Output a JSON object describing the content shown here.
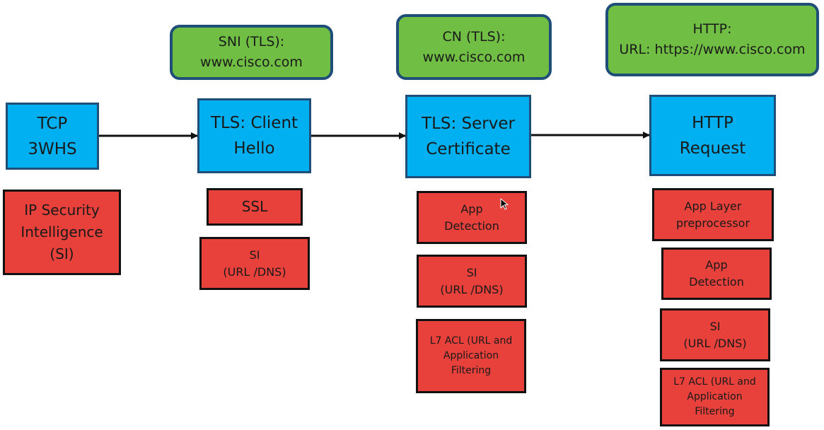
{
  "diagram": {
    "stages": [
      {
        "id": "tcp",
        "label": "TCP\n3WHS"
      },
      {
        "id": "client-hello",
        "label": "TLS: Client\nHello"
      },
      {
        "id": "server-cert",
        "label": "TLS: Server\nCertificate"
      },
      {
        "id": "http-request",
        "label": "HTTP\nRequest"
      }
    ],
    "fields": [
      {
        "stage": "client-hello",
        "label": "SNI (TLS):\nwww.cisco.com"
      },
      {
        "stage": "server-cert",
        "label": "CN (TLS):\nwww.cisco.com"
      },
      {
        "stage": "http-request",
        "label": "HTTP:\nURL: https://www.cisco.com"
      }
    ],
    "features": {
      "tcp": [
        "IP Security\nIntelligence\n(SI)"
      ],
      "client_hello": [
        "SSL",
        "SI\n(URL /DNS)"
      ],
      "server_cert": [
        "App\nDetection",
        "SI\n(URL /DNS)",
        "L7 ACL (URL and\nApplication\nFiltering"
      ],
      "http_request": [
        "App Layer\npreprocessor",
        "App\nDetection",
        "SI\n(URL /DNS)",
        "L7 ACL (URL and\nApplication\nFiltering"
      ]
    },
    "colors": {
      "stage_fill": "#00b0f0",
      "field_fill": "#70bf44",
      "feature_fill": "#e8403a",
      "arrow": "#111111"
    }
  }
}
